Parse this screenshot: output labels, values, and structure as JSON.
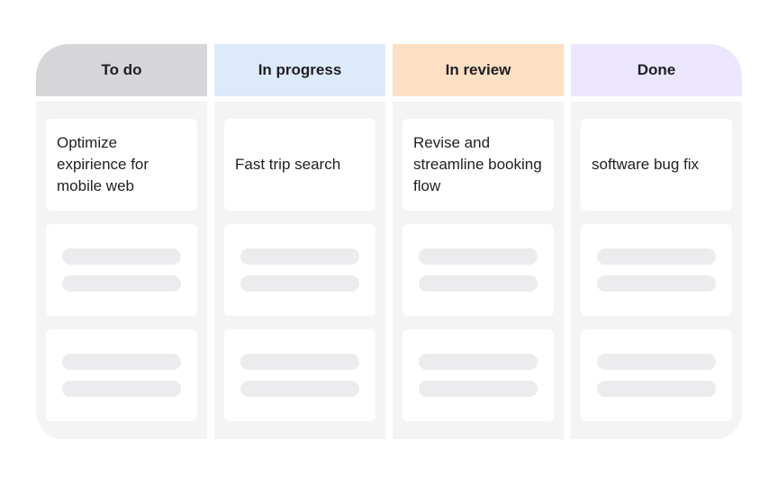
{
  "board": {
    "columns": [
      {
        "title": "To do",
        "header_color": "#d6d6d8",
        "cards": [
          {
            "text": "Optimize expirience for mobile web"
          }
        ]
      },
      {
        "title": "In progress",
        "header_color": "#ddeafc",
        "cards": [
          {
            "text": "Fast trip search"
          }
        ]
      },
      {
        "title": "In review",
        "header_color": "#fddfc3",
        "cards": [
          {
            "text": "Revise and streamline booking flow"
          }
        ]
      },
      {
        "title": "Done",
        "header_color": "#ebe5fd",
        "cards": [
          {
            "text": "software bug fix"
          }
        ]
      }
    ],
    "column_body_color": "#f4f4f4",
    "skeleton_color": "#ececee"
  }
}
